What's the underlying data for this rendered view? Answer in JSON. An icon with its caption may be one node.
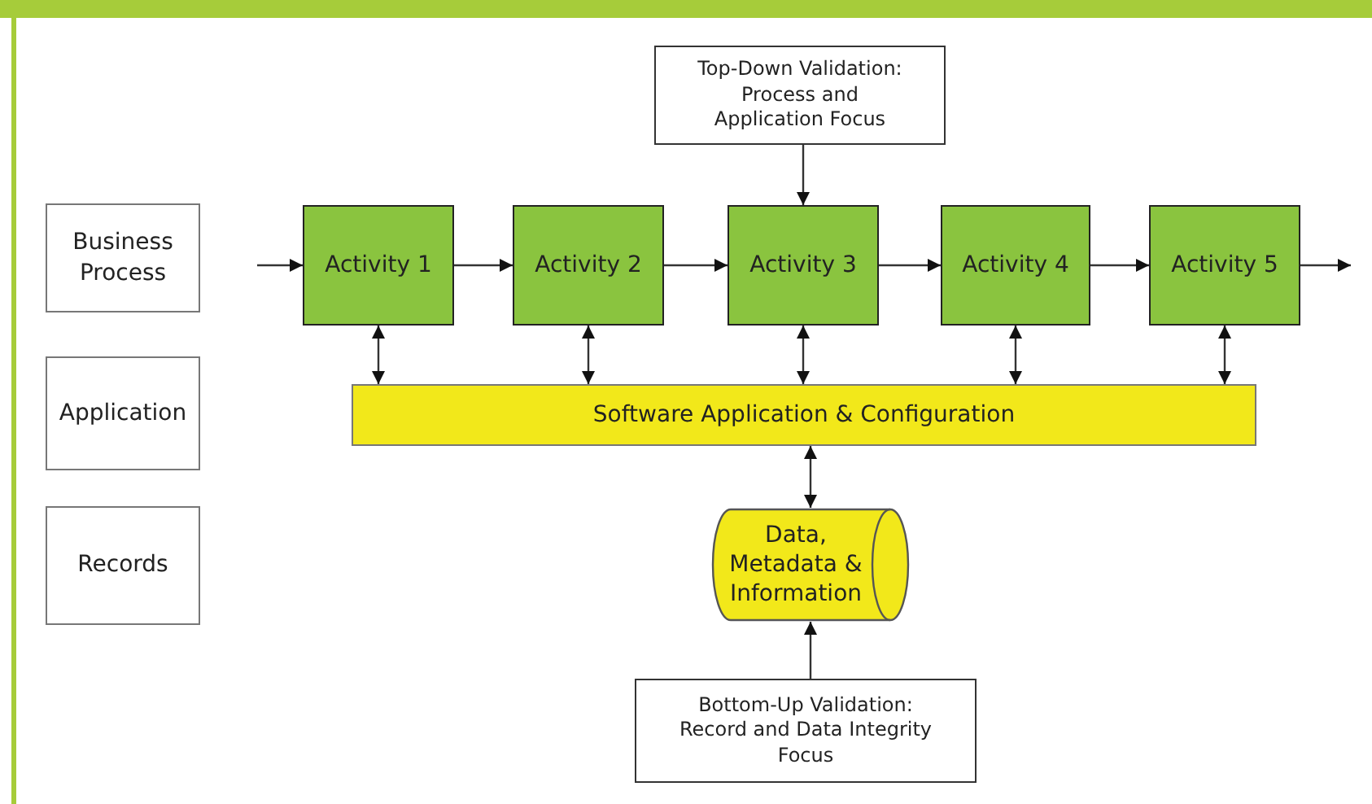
{
  "diagram": {
    "nodes": [
      {
        "text": [
          "Business Process"
        ]
      },
      {
        "text": [
          "Application"
        ]
      },
      {
        "text": [
          "Records"
        ]
      },
      {
        "text": [
          "Top-Down Validation: Process and Application Focus"
        ]
      },
      {
        "text": [
          "Activity 1"
        ]
      },
      {
        "text": [
          "Activity 2"
        ]
      },
      {
        "text": [
          "Activity 3"
        ]
      },
      {
        "text": [
          "Activity 4"
        ]
      },
      {
        "text": [
          "Activity 5"
        ]
      },
      {
        "text": [
          "Software Application & Configuration"
        ]
      },
      {
        "text": [
          "Data, Metadata & Information"
        ]
      },
      {
        "text": [
          "Bottom-Up Validation: Record and Data Integrity Focus"
        ]
      }
    ],
    "edges": [
      {
        "from": null,
        "to": 4,
        "arrow": "to"
      },
      {
        "from": 4,
        "to": 5,
        "arrow": "to"
      },
      {
        "from": 5,
        "to": 6,
        "arrow": "to"
      },
      {
        "from": 6,
        "to": 7,
        "arrow": "to"
      },
      {
        "from": 7,
        "to": 8,
        "arrow": "to"
      },
      {
        "from": 8,
        "to": null,
        "arrow": "to"
      },
      {
        "from": 3,
        "to": 6,
        "arrow": "to"
      },
      {
        "from": 4,
        "to": 9,
        "arrow": "both"
      },
      {
        "from": 5,
        "to": 9,
        "arrow": "both"
      },
      {
        "from": 6,
        "to": 9,
        "arrow": "both"
      },
      {
        "from": 7,
        "to": 9,
        "arrow": "both"
      },
      {
        "from": 8,
        "to": 9,
        "arrow": "both"
      },
      {
        "from": 9,
        "to": 10,
        "arrow": "both"
      },
      {
        "from": 11,
        "to": 10,
        "arrow": "to"
      }
    ]
  }
}
